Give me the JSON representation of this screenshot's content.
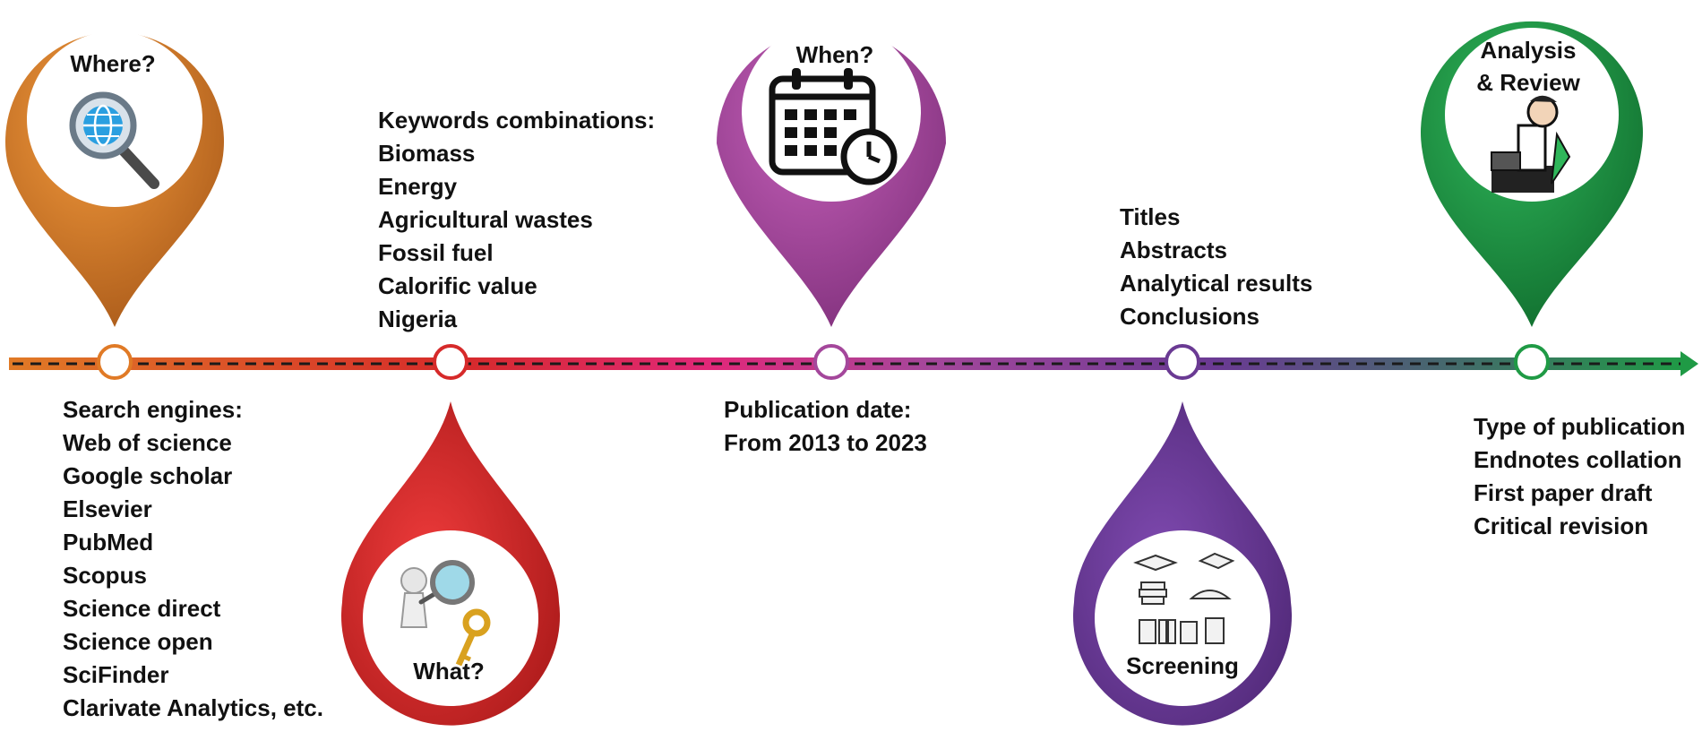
{
  "colors": {
    "where": "#e07a26",
    "what": "#d62a2a",
    "when": "#a4479b",
    "screening": "#6a3a93",
    "review": "#1f9a45",
    "text": "#111111"
  },
  "pins": {
    "where": {
      "label": "Where?",
      "icon": "globe-magnifier-icon"
    },
    "what": {
      "label": "What?",
      "icon": "figure-magnifier-key-icon"
    },
    "when": {
      "label": "When?",
      "icon": "calendar-clock-icon"
    },
    "screening": {
      "label": "Screening",
      "icon": "books-icon"
    },
    "review": {
      "label_line1": "Analysis",
      "label_line2": "& Review",
      "icon": "reviewer-at-desk-icon"
    }
  },
  "search_engines": {
    "heading": "Search engines:",
    "items": [
      "Web of science",
      "Google scholar",
      "Elsevier",
      "PubMed",
      "Scopus",
      "Science direct",
      "Science open",
      "SciFinder",
      "Clarivate Analytics, etc."
    ]
  },
  "keywords": {
    "heading": "Keywords combinations:",
    "items": [
      "Biomass",
      "Energy",
      "Agricultural wastes",
      "Fossil fuel",
      "Calorific value",
      "Nigeria"
    ]
  },
  "publication_date": {
    "line1": "Publication date:",
    "line2": "From 2013 to 2023"
  },
  "screening_items": [
    "Titles",
    "Abstracts",
    "Analytical results",
    "Conclusions"
  ],
  "review_items": [
    "Type of publication",
    "Endnotes collation",
    "First paper draft",
    "Critical revision"
  ]
}
